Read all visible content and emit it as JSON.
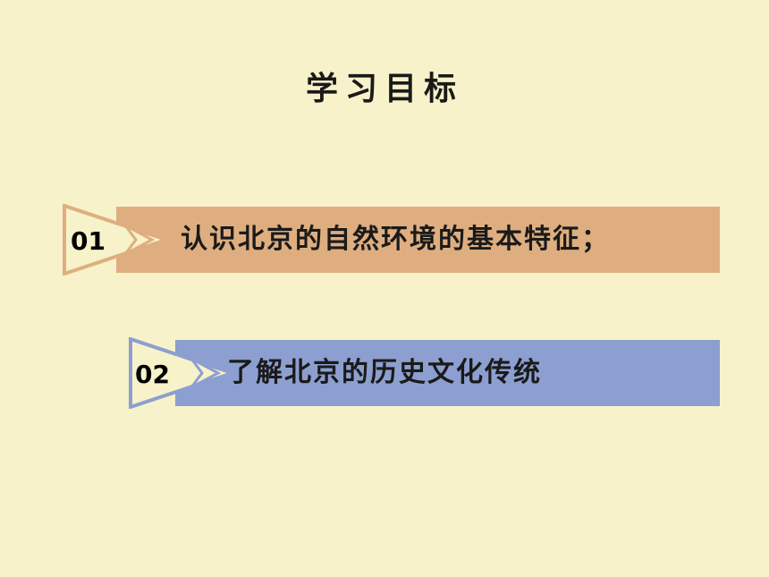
{
  "title": "学习目标",
  "goals": [
    {
      "number": "01",
      "text": "认识北京的自然环境的基本特征；",
      "color": "#dfae80",
      "marker_color": "#dfae80"
    },
    {
      "number": "02",
      "text": "了解北京的历史文化传统",
      "color": "#8c9fd0",
      "marker_color": "#8c9fd0"
    }
  ],
  "colors": {
    "background": "#f7f2c9",
    "text": "#1a1a1a"
  }
}
